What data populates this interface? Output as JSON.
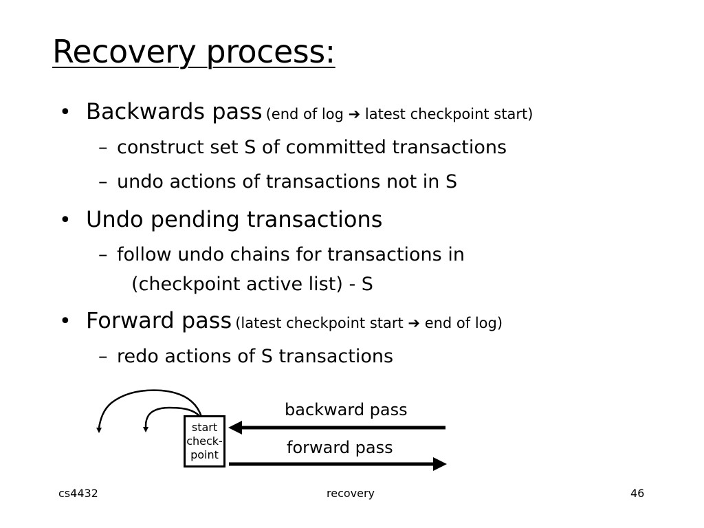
{
  "slide": {
    "title": "Recovery process:",
    "bullets": [
      {
        "main": "Backwards pass",
        "note": "(end of log ➔ latest checkpoint start)",
        "subs": [
          "construct set S of committed transactions",
          "undo actions of transactions not in S"
        ]
      },
      {
        "main": "Undo pending transactions",
        "subs": [
          "follow undo chains for transactions in",
          "(checkpoint active list) - S"
        ]
      },
      {
        "main": "Forward pass",
        "note": "(latest checkpoint start ➔ end of log)",
        "subs": [
          "redo actions of S transactions"
        ]
      }
    ],
    "bullet_symbol": "•",
    "dash_symbol": "–",
    "diagram": {
      "box_lines": [
        "start",
        "check-",
        "point"
      ],
      "backward_label": "backward pass",
      "forward_label": "forward pass"
    },
    "footer": {
      "left": "cs4432",
      "center": "recovery",
      "right": "46"
    }
  }
}
